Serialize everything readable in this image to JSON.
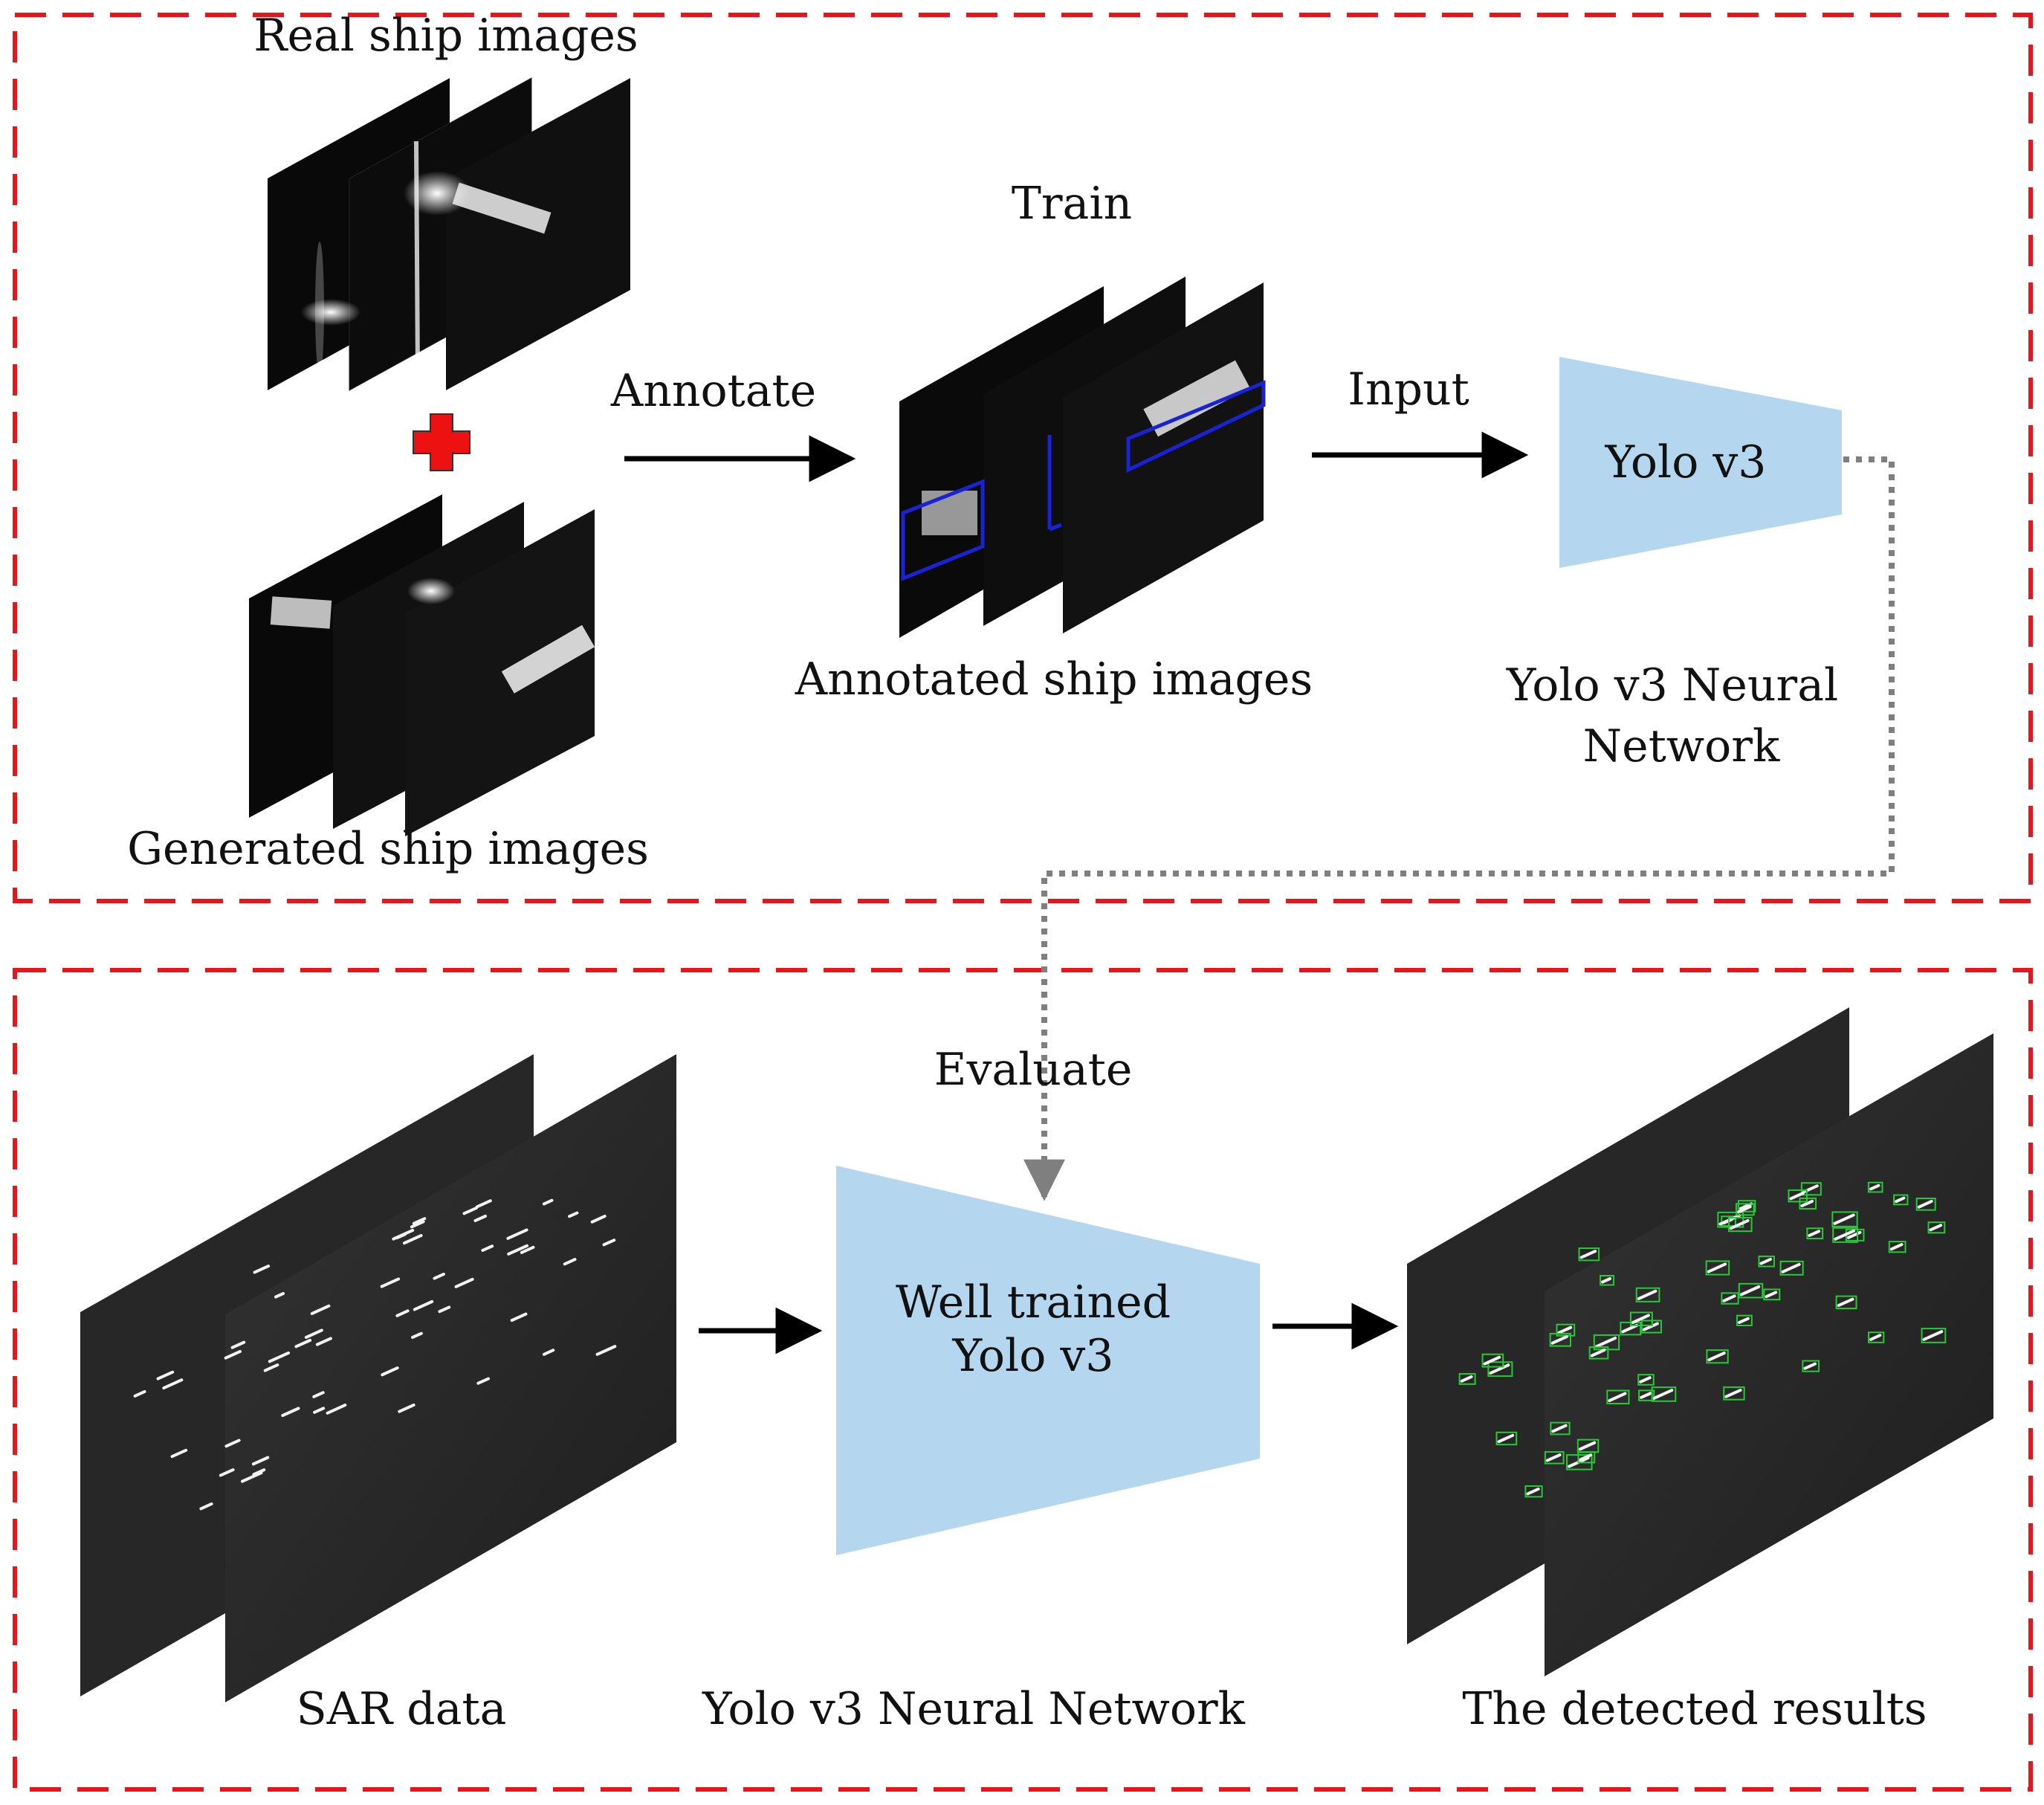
{
  "colors": {
    "frame_dash": "#e8151b",
    "trapezoid_fill": "#b4d6ee",
    "arrow": "#000000",
    "dotted_connector": "#7f7f7f",
    "annotation_box": "#1a22d6",
    "detection_box": "#22cc33",
    "plus_sign": "#ee1111",
    "panel_dark": "#0b0b0b",
    "sar_panel": "#2a2a2a"
  },
  "top_panel": {
    "real_images_label": "Real ship images",
    "generated_images_label": "Generated ship images",
    "plus_icon": "plus-icon",
    "annotate_label": "Annotate",
    "train_label": "Train",
    "annotated_images_label": "Annotated ship images",
    "input_label": "Input",
    "network_box_label": "Yolo v3",
    "network_caption_line1": "Yolo v3 Neural",
    "network_caption_line2": "Network"
  },
  "bottom_panel": {
    "evaluate_label": "Evaluate",
    "sar_label": "SAR data",
    "trained_box_line1": "Well trained",
    "trained_box_line2": "Yolo v3",
    "network_caption": "Yolo v3 Neural Network",
    "results_label": "The detected results"
  }
}
